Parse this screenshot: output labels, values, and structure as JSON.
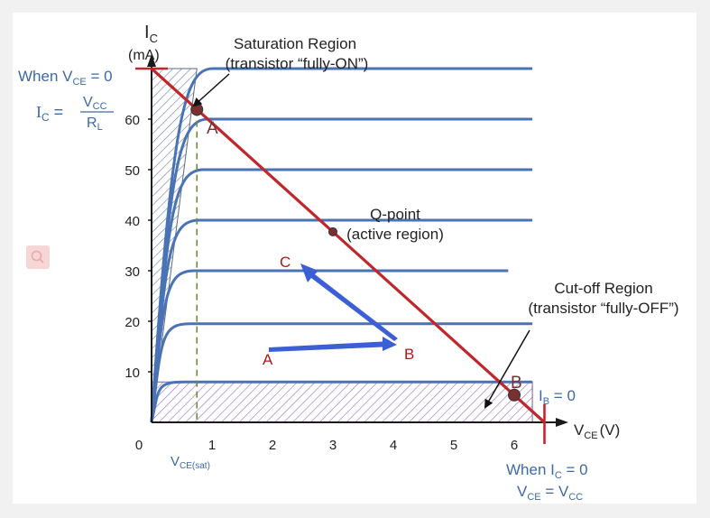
{
  "zoom_icon": "magnifier-icon",
  "colors": {
    "curve": "#4a73b5",
    "load_line": "#c0272d",
    "axis": "#1a1a1a",
    "saturation_hatch": "#6b7f9c",
    "cutoff_hatch": "#9b78c4",
    "annotation_arrow": "#3d5fd6",
    "annotation_label": "#b01919",
    "point_marker": "#7a3030",
    "vce_sat_dash": "#6b8c3a"
  },
  "axis_labels": {
    "ic_symbol": "I",
    "ic_subscript": "C",
    "ic_unit": "(mA)",
    "vce_symbol": "V",
    "vce_subscript": "CE",
    "vce_unit": "(V)"
  },
  "annotations": {
    "when_vce_prefix": "When V",
    "when_vce_sub": "CE",
    "when_vce_suffix": " = 0",
    "ic_eq_prefix": "I",
    "ic_eq_sub": "C",
    "ic_eq_eq": " =",
    "vcc_num": "V",
    "vcc_num_sub": "CC",
    "rl_den": "R",
    "rl_den_sub": "L",
    "saturation_title": "Saturation Region",
    "saturation_sub": "(transistor “fully-ON”)",
    "qpoint_title": "Q-point",
    "qpoint_sub": "(active region)",
    "cutoff_title": "Cut-off Region",
    "cutoff_sub": "(transistor “fully-OFF”)",
    "ib_prefix": "I",
    "ib_sub": "B",
    "ib_suffix": " = 0",
    "vce_sat_prefix": "V",
    "vce_sat_sub": "CE(sat)",
    "when_ic_prefix": "When I",
    "when_ic_sub": "C",
    "when_ic_suffix": " = 0",
    "vce_eq_prefix": "V",
    "vce_eq_sub": "CE",
    "vce_eq_mid": " = V",
    "vce_eq_sub2": "CC",
    "point_a": "A",
    "point_b": "B",
    "marker_a": "A",
    "marker_b": "B",
    "marker_c": "C"
  },
  "chart_data": {
    "type": "line",
    "xlabel": "VCE (V)",
    "ylabel": "IC (mA)",
    "xlim": [
      0,
      6.5
    ],
    "ylim": [
      0,
      70
    ],
    "x_ticks": [
      "0",
      "1",
      "2",
      "3",
      "4",
      "5",
      "6"
    ],
    "y_ticks": [
      "10",
      "20",
      "30",
      "40",
      "50",
      "60"
    ],
    "series": [
      {
        "flat_ic": 8,
        "end_vce": 6.3
      },
      {
        "flat_ic": 19.5,
        "end_vce": 6.3
      },
      {
        "flat_ic": 30,
        "end_vce": 5.9
      },
      {
        "flat_ic": 40,
        "end_vce": 6.3
      },
      {
        "flat_ic": 50,
        "end_vce": 6.3
      },
      {
        "flat_ic": 60,
        "end_vce": 6.3
      },
      {
        "flat_ic": 70,
        "end_vce": 6.3
      }
    ],
    "load_line": {
      "x": [
        0,
        6.5
      ],
      "y": [
        70,
        0
      ]
    },
    "vce_sat": 0.75,
    "points": [
      {
        "label": "A",
        "x": 0.75,
        "y": 61.9
      },
      {
        "label": "Q-point",
        "x": 3.0,
        "y": 37.7
      },
      {
        "label": "B",
        "x": 6.0,
        "y": 5.4
      }
    ]
  }
}
